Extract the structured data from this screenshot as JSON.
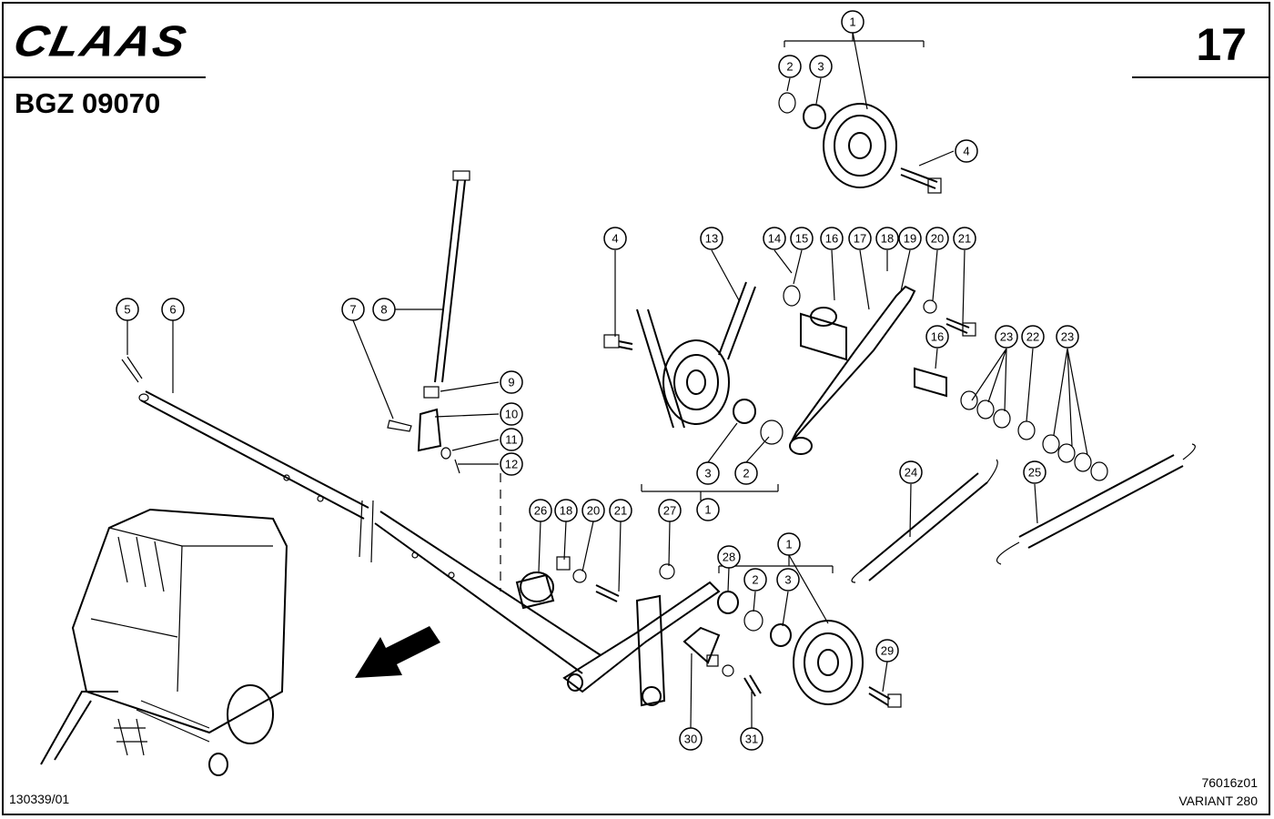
{
  "header": {
    "brand": "CLAAS",
    "catalog_code": "BGZ 09070",
    "page_number": "17"
  },
  "footer": {
    "left_code": "130339/01",
    "drawing_ref": "76016z01",
    "model": "VARIANT 280"
  },
  "callouts": [
    "1",
    "2",
    "3",
    "4",
    "4",
    "5",
    "6",
    "7",
    "8",
    "9",
    "10",
    "11",
    "12",
    "13",
    "14",
    "15",
    "16",
    "17",
    "18",
    "19",
    "20",
    "21",
    "16",
    "23",
    "22",
    "23",
    "3",
    "2",
    "1",
    "26",
    "18",
    "20",
    "21",
    "27",
    "1",
    "28",
    "2",
    "3",
    "24",
    "25",
    "29",
    "30",
    "31"
  ]
}
